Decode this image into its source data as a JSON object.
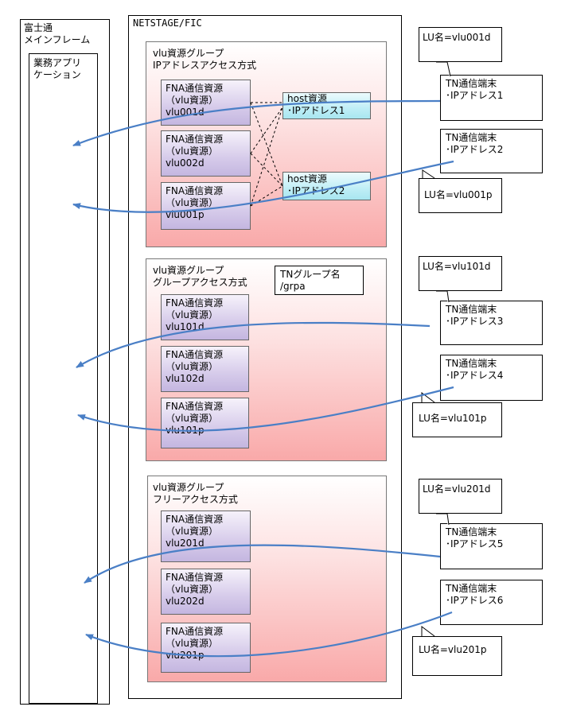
{
  "mainframe": {
    "title": "富士通\nメインフレーム",
    "app": "業務アプリ\nケーション"
  },
  "netstage": {
    "title": "NETSTAGE/FIC"
  },
  "groups": [
    {
      "title": "vlu資源グループ\nIPアドレスアクセス方式",
      "resources": [
        "FNA通信資源\n（vlu資源）\nvlu001d",
        "FNA通信資源\n（vlu資源）\nvlu002d",
        "FNA通信資源\n（vlu資源）\nvlu001p"
      ],
      "hosts": [
        "host資源\n･IPアドレス1",
        "host資源\n･IPアドレス2"
      ]
    },
    {
      "title": "vlu資源グループ\nグループアクセス方式",
      "resources": [
        "FNA通信資源\n（vlu資源）\nvlu101d",
        "FNA通信資源\n（vlu資源）\nvlu102d",
        "FNA通信資源\n（vlu資源）\nvlu101p"
      ],
      "tn_group": "TNグループ名\n/grpa"
    },
    {
      "title": "vlu資源グループ\nフリーアクセス方式",
      "resources": [
        "FNA通信資源\n（vlu資源）\nvlu201d",
        "FNA通信資源\n（vlu資源）\nvlu202d",
        "FNA通信資源\n（vlu資源）\nvlu201p"
      ]
    }
  ],
  "terminals": [
    "TN通信端末\n･IPアドレス1",
    "TN通信端末\n･IPアドレス2",
    "TN通信端末\n･IPアドレス3",
    "TN通信端末\n･IPアドレス4",
    "TN通信端末\n･IPアドレス5",
    "TN通信端末\n･IPアドレス6"
  ],
  "lu_labels": [
    "LU名=vlu001d",
    "LU名=vlu001p",
    "LU名=vlu101d",
    "LU名=vlu101p",
    "LU名=vlu201d",
    "LU名=vlu201p"
  ],
  "colors": {
    "arrow": "#4a7fc6",
    "group_fill": "#f9a9a9",
    "resource_fill": "#c4b6e0",
    "host_fill": "#a8e6f0"
  }
}
